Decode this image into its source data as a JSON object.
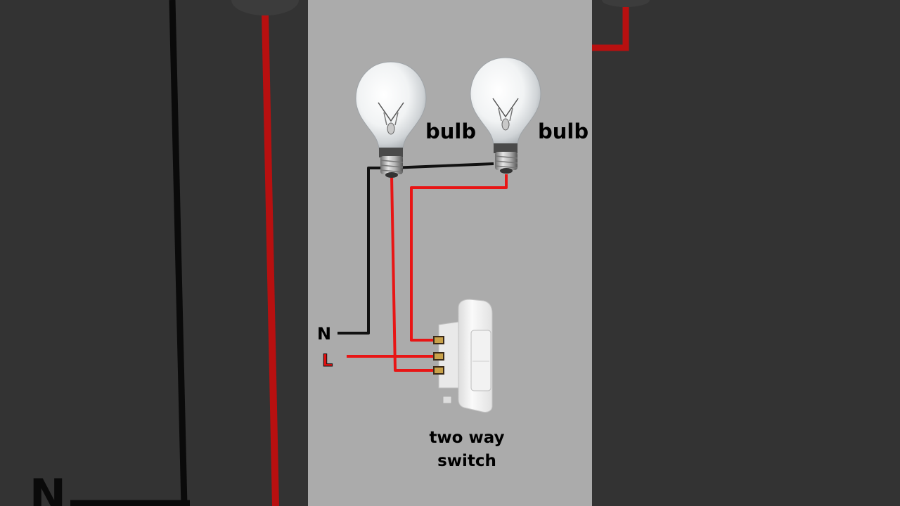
{
  "diagram": {
    "bulb_label_1": "bulb",
    "bulb_label_2": "bulb",
    "neutral_label": "N",
    "live_label": "L",
    "switch_label_line1": "two way",
    "switch_label_line2": "switch"
  },
  "background_left": {
    "neutral_label": "N"
  },
  "colors": {
    "panel_bg": "#ababab",
    "side_bg": "#333333",
    "live_wire": "#e81515",
    "neutral_wire": "#111111",
    "switch_body": "#f4f4f4"
  }
}
